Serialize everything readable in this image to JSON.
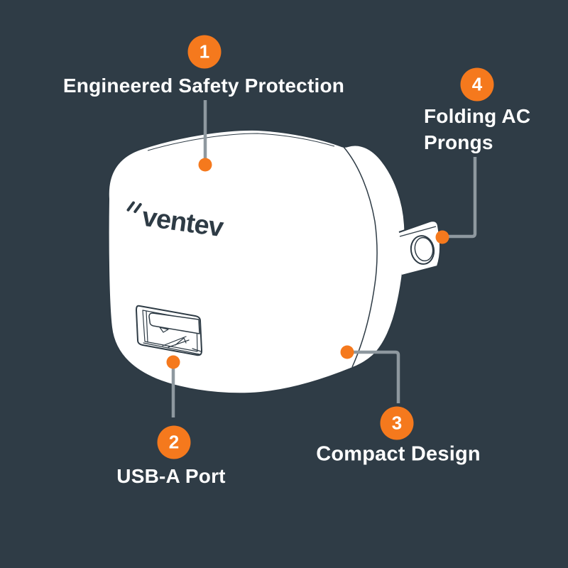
{
  "figure": {
    "type": "product-feature-diagram",
    "product": "USB-A wall charger",
    "brand_logo": "ventev"
  },
  "colors": {
    "background": "#2f3c46",
    "accent_orange": "#f5791d",
    "label_text": "#ffffff",
    "connector_line": "#8e989f",
    "illustration_outline": "#2e3b45",
    "illustration_fill": "#ffffff"
  },
  "callouts": [
    {
      "number": "1",
      "label": "Engineered Safety Protection"
    },
    {
      "number": "2",
      "label": "USB-A Port"
    },
    {
      "number": "3",
      "label": "Compact Design"
    },
    {
      "number": "4",
      "label_lines": [
        "Folding AC",
        "Prongs"
      ]
    }
  ]
}
